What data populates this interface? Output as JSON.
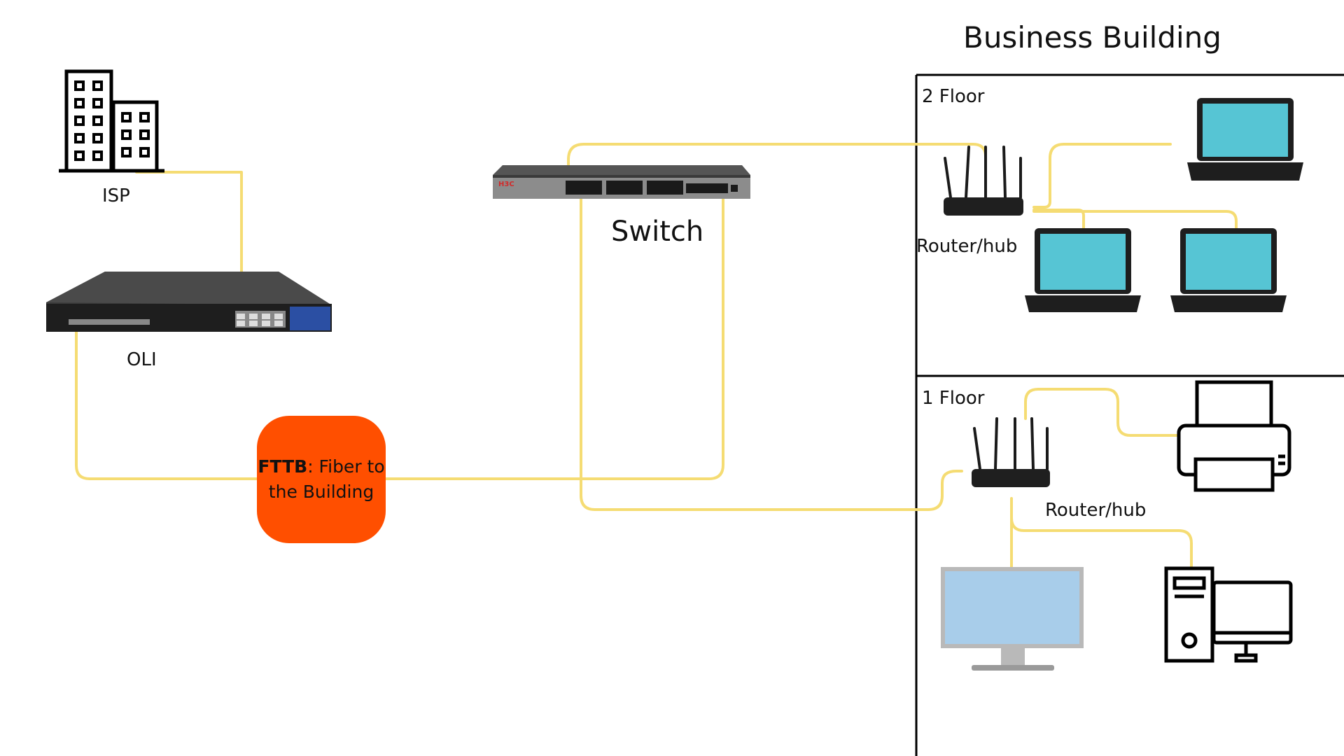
{
  "colors": {
    "wire": "#f5dc73",
    "fttb_fill": "#ff4f00",
    "laptop_screen": "#56c5d4",
    "monitor_screen": "#a8cdea",
    "device_dark": "#2a2a2a"
  },
  "labels": {
    "building_title": "Business Building",
    "isp": "ISP",
    "olt": "OLI",
    "switch": "Switch",
    "floor2": "2 Floor",
    "floor1": "1 Floor",
    "router_floor2": "Router/hub",
    "router_floor1": "Router/hub",
    "fttb_bold": "FTTB",
    "fttb_rest": ": Fiber to the Building",
    "switch_brand": "H3C"
  },
  "icons": {
    "isp": "office-building-icon",
    "olt": "olt-rack-device",
    "switch": "network-switch-device",
    "router": "wireless-router-icon",
    "laptop": "laptop-icon",
    "printer": "printer-icon",
    "monitor": "monitor-icon",
    "desktop": "desktop-pc-icon"
  }
}
